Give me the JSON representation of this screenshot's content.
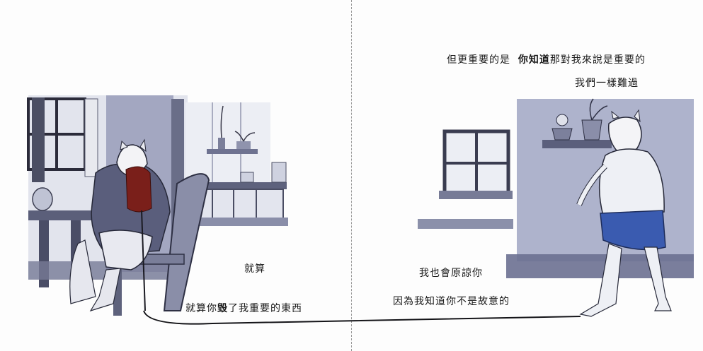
{
  "left_page": {
    "caption_1": "就算",
    "caption_2_pre": "就算你",
    "caption_2_bold": "毀",
    "caption_2_post": "了我重要的東西"
  },
  "right_page": {
    "caption_1": "我也會原諒你",
    "caption_2": "因為我知道你不是故意的",
    "caption_3_pre": "但更重要的是  ",
    "caption_3_bold": "你知道",
    "caption_3_post": "那對我來說是重要的",
    "caption_4": "我們一樣難過"
  },
  "colors": {
    "ink": "#1a1a1a",
    "wash_blue": "#7f86a8",
    "wash_light": "#c9cde0",
    "scarf_red": "#7a1f1a",
    "shorts_blue": "#3a5bb0"
  }
}
